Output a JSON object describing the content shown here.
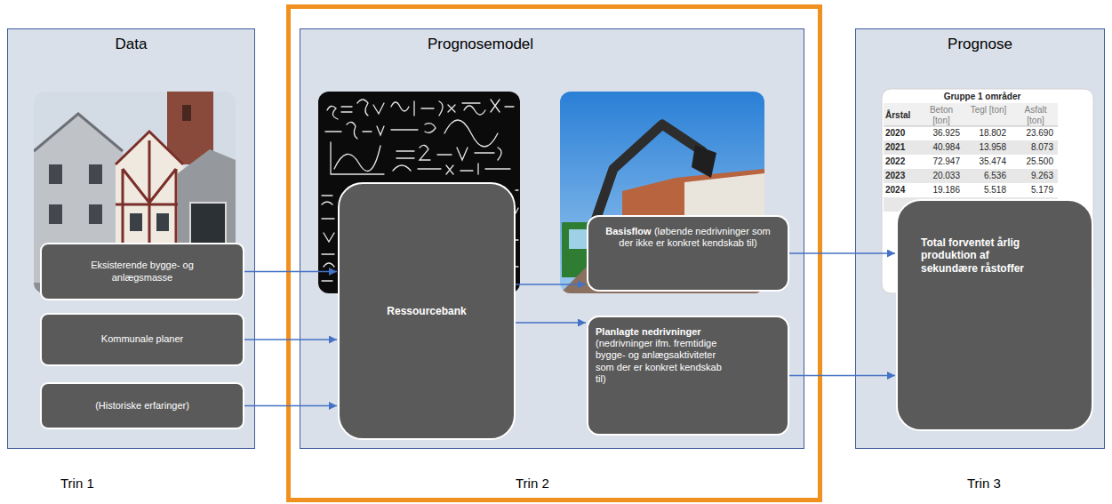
{
  "diagram": {
    "nodes": [
      {
        "text": [
          "Data"
        ]
      },
      {
        "text": [
          "Eksisterende bygge- og anlægsmasse"
        ],
        "in": 0
      },
      {
        "text": [
          "Kommunale planer"
        ],
        "in": 0
      },
      {
        "text": [
          "(Historiske erfaringer)"
        ],
        "in": 0
      },
      {
        "text": [
          "Prognosemodel"
        ]
      },
      {
        "text": [
          "Ressourcebank"
        ],
        "in": 4
      },
      {
        "text": [
          "Basisflow",
          "(løbende nedrivninger som der ikke er konkret kendskab til)"
        ],
        "in": 4
      },
      {
        "text": [
          "Planlagte nedrivninger",
          "(nedrivninger ifm. fremtidige bygge- og anlægsaktiviteter som der er konkret kendskab til)"
        ],
        "in": 4
      },
      {
        "text": [
          "Prognose"
        ]
      },
      {
        "text": [
          "Total forventet årlig produktion af sekundære råstoffer"
        ],
        "in": 8
      }
    ],
    "edges": [
      {
        "from": 1,
        "to": 5,
        "arrow": "to"
      },
      {
        "from": 2,
        "to": 5,
        "arrow": "to"
      },
      {
        "from": 3,
        "to": 5,
        "arrow": "to"
      },
      {
        "from": 5,
        "to": 6,
        "arrow": "to"
      },
      {
        "from": 5,
        "to": 7,
        "arrow": "to"
      },
      {
        "from": 6,
        "to": 9,
        "arrow": "to"
      },
      {
        "from": 7,
        "to": 9,
        "arrow": "to"
      }
    ],
    "labels": [
      "Gruppe 1 områder",
      "Årstal",
      "Beton [ton]",
      "Tegl [ton]",
      "Asfalt [ton]",
      "2020",
      "36.925",
      "18.802",
      "23.690",
      "2021",
      "40.984",
      "13.958",
      "8.073",
      "2022",
      "72.947",
      "35.474",
      "25.500",
      "2023",
      "20.033",
      "6.536",
      "9.263",
      "2024",
      "19.186",
      "5.518",
      "5.179",
      "Trin 1",
      "Trin 2",
      "Trin 3"
    ]
  }
}
